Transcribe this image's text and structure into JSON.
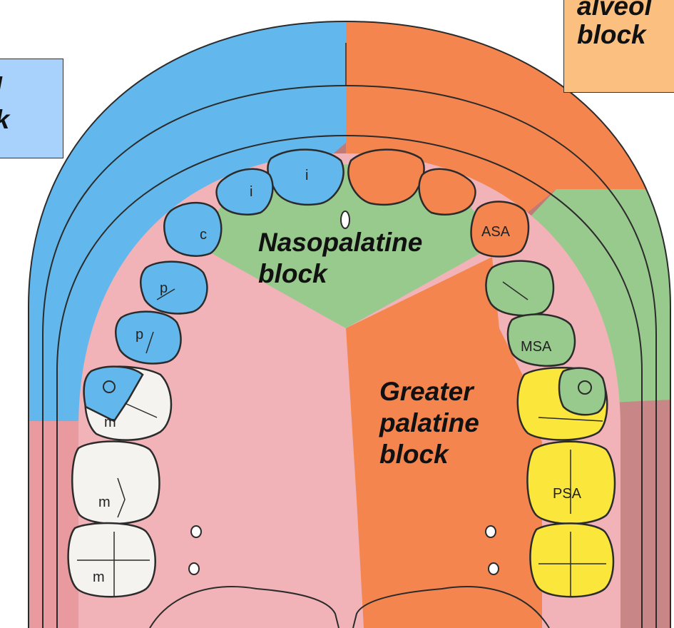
{
  "labels": {
    "left_box_line1": "al",
    "left_box_line2": "ck",
    "right_box_line1": "alveol",
    "right_box_line2": "block",
    "nasopalatine_line1": "Nasopalatine",
    "nasopalatine_line2": "block",
    "greater_palatine_line1": "Greater",
    "greater_palatine_line2": "palatine",
    "greater_palatine_line3": "block"
  },
  "tooth_labels": {
    "incisor_central": "i",
    "incisor_lateral": "i",
    "canine": "c",
    "premolar_1": "p",
    "premolar_2": "p",
    "molar_1": "m",
    "molar_2": "m",
    "molar_3": "m",
    "asa": "ASA",
    "msa": "MSA",
    "psa": "PSA"
  },
  "colors": {
    "blue_region": "#62b8ec",
    "orange_region": "#f5854f",
    "green_region": "#98c98d",
    "pink_region": "#f2b3b8",
    "dark_rose_region": "#c07a78",
    "yellow_teeth": "#fbe63c",
    "white_teeth": "#f5f3f0",
    "outline": "#2b2b2b"
  }
}
